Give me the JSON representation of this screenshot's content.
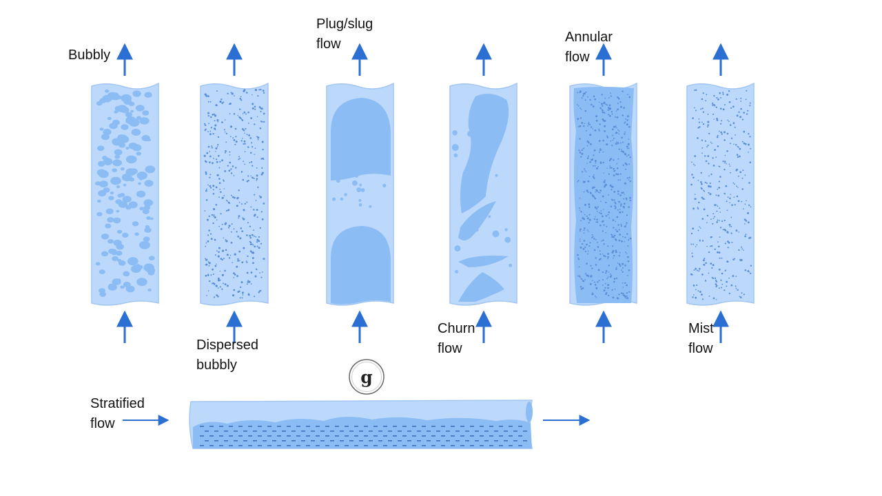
{
  "labels": {
    "bubbly": [
      "Bubbly"
    ],
    "dispersed_bubbly": [
      "Dispersed",
      "bubbly"
    ],
    "plug_slug": [
      "Plug/slug",
      "flow"
    ],
    "churn": [
      "Churn",
      "flow"
    ],
    "annular": [
      "Annular",
      "flow"
    ],
    "mist": [
      "Mist",
      "flow"
    ],
    "stratified": [
      "Stratified",
      "flow"
    ]
  },
  "gravity_symbol": "g",
  "colors": {
    "tube_fill": "#bcd9fb",
    "tube_edge": "#a2c6f2",
    "liquid": "#8cbcf4",
    "dark_dot": "#5a8fd8",
    "arrow": "#2a6fd1",
    "text": "#111111"
  },
  "icons": {
    "flow_arrow": "arrow-icon",
    "gravity": "gravity-icon"
  }
}
